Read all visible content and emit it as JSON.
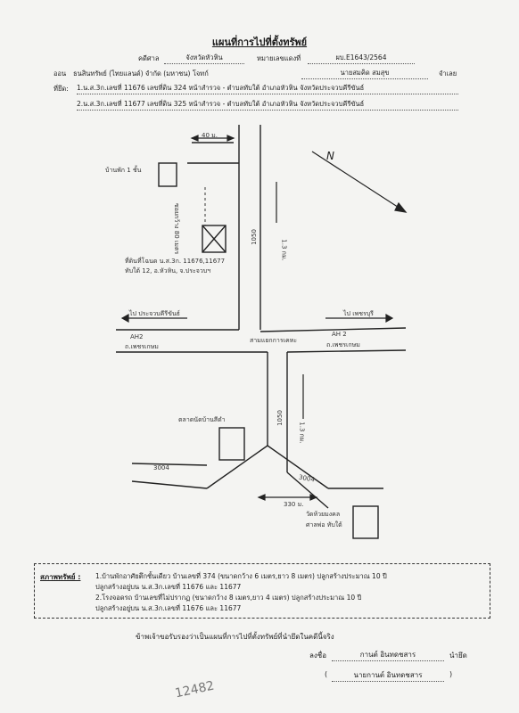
{
  "header": {
    "title": "แผนที่การไปที่ตั้งทรัพย์",
    "court_label": "คดีศาล",
    "court_value": "จังหวัดหัวหิน",
    "case_label": "หมายเลขแดงที่",
    "case_value": "ผบ.E1643/2564",
    "plaintiff_prefix": "ออน",
    "plaintiff": "ธนสินทรัพย์ (ไทยแลนด์) จำกัด (มหาชน) โจทก์",
    "defendant": "นายสมคิด สมสุข",
    "defendant_suffix": "จำเลย",
    "seized_label": "ที่ยึด:",
    "seized_1": "1.น.ส.3ก.เลขที่ 11676 เลขที่ดิน 324 หน้าสำรวจ - ตำบลทับใต้ อำเภอหัวหิน จังหวัดประจวบคีรีขันธ์",
    "seized_2": "2.น.ส.3ก.เลขที่ 11677 เลขที่ดิน 325 หน้าสำรวจ - ตำบลทับใต้ อำเภอหัวหิน จังหวัดประจวบคีรีขันธ์"
  },
  "map": {
    "dist_40": "40 ม.",
    "house_label": "บ้านพัก 1 ชั้น",
    "width_label": "ซอยกว้าง 80 เมตร",
    "target_line1": "ที่ดินที่โฉนด น.ส.3ก. 11676,11677",
    "target_line2": "ทับใต้ 12, อ.หัวหิน, จ.ประจวบฯ",
    "road_1050_top": "1050",
    "dist_13_top": "1.3 กม.",
    "north": "N",
    "to_left": "ไป ประจวบคีรีขันธ์",
    "to_right": "ไป เพชรบุรี",
    "ah2_left": "AH2",
    "road_left": "ถ.เพชรเกษม",
    "intersection": "สามแยกการเคหะ",
    "ah2_right": "AH 2",
    "road_right": "ถ.เพชรเกษม",
    "landmark_mid": "ตลาดนัดบ้านสีดำ",
    "road_1050_bottom": "1050",
    "dist_13_bottom": "1.3 กม.",
    "road_3004_left": "3004",
    "road_3004_right": "3004",
    "dist_330": "330 ม.",
    "landmark_bottom_1": "วัดห้วยมงคล",
    "landmark_bottom_2": "ศาลพ่อ ทับใต้"
  },
  "status": {
    "label": "สภาพทรัพย์ :",
    "l1": "1.บ้านพักอาศัยตึกชั้นเดียว บ้านเลขที่ 374 (ขนาดกว้าง 6 เมตร,ยาว 8 เมตร) ปลูกสร้างประมาณ 10 ปี",
    "l2": "ปลูกสร้างอยู่บน น.ส.3ก.เลขที่ 11676 และ 11677",
    "l3": "2.โรงจอดรถ บ้านเลขที่ไม่ปรากฏ (ขนาดกว้าง 8 เมตร,ยาว 4 เมตร) ปลูกสร้างประมาณ 10 ปี",
    "l4": "ปลูกสร้างอยู่บน น.ส.3ก.เลขที่ 11676 และ 11677"
  },
  "footer": {
    "certify": "ข้าพเจ้าขอรับรองว่าเป็นแผนที่การไปที่ตั้งทรัพย์ที่นำยึดในคดีนี้จริง",
    "sign_label": "ลงชื่อ",
    "sign_name": "กานต์ อินทดชสาร",
    "sign_role": "นำยึด",
    "print_name": "นายกานต์ อินทดชสาร",
    "handwritten_no": "12482"
  }
}
